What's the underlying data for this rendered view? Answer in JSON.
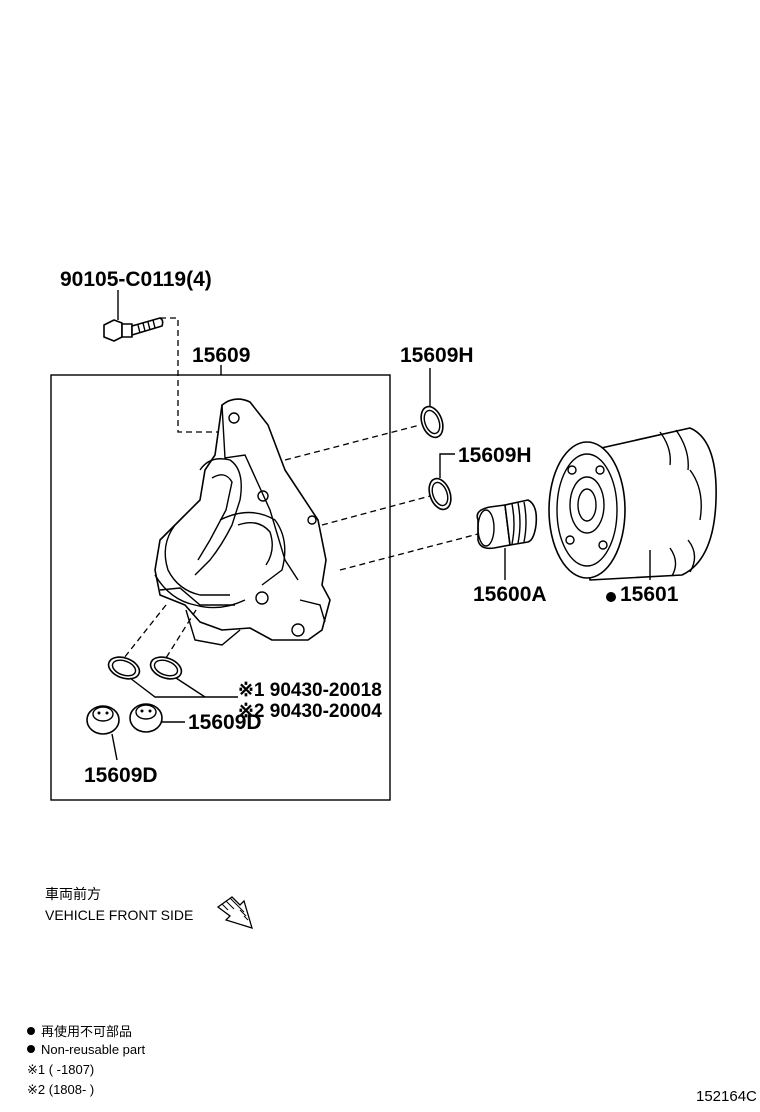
{
  "labels": {
    "bolt": "90105-C0119(4)",
    "assembly": "15609",
    "oring_h1": "15609H",
    "oring_h2": "15609H",
    "union": "15600A",
    "filter": "15601",
    "gasket_note1": "※1 90430-20018",
    "gasket_note2": "※2 90430-20004",
    "plug_right": "15609D",
    "plug_left": "15609D"
  },
  "direction": {
    "jp": "車両前方",
    "en": "VEHICLE FRONT SIDE"
  },
  "legend": {
    "bullet_jp": "再使用不可部品",
    "bullet_en": "Non-reusable part",
    "note1": "※1 (      -1807)",
    "note2": "※2 (1808-      )"
  },
  "figure_id": "152164C",
  "non_reusable_marker": "filled-circle",
  "arrow_icon": "hatched-arrow-down-right"
}
